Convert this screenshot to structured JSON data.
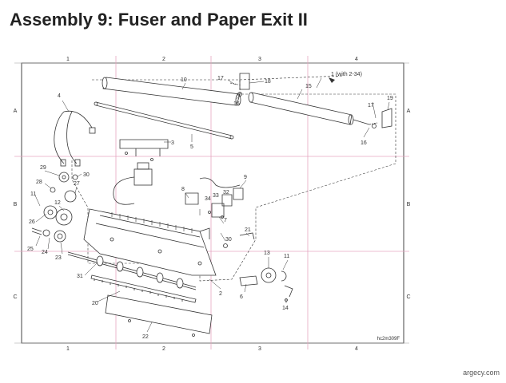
{
  "title": "Assembly 9: Fuser and Paper Exit II",
  "grid": {
    "col_labels": [
      "1",
      "2",
      "3",
      "4"
    ],
    "row_labels": [
      "A",
      "B",
      "C"
    ]
  },
  "part_numbers": [
    "1 (with 2-34)",
    "2",
    "3",
    "4",
    "5",
    "6",
    "7",
    "8",
    "9",
    "10",
    "11",
    "11",
    "12",
    "13",
    "14",
    "15",
    "16",
    "16",
    "17",
    "17",
    "18",
    "19",
    "20",
    "21",
    "22",
    "23",
    "24",
    "25",
    "26",
    "27",
    "28",
    "29",
    "30",
    "30",
    "31",
    "32",
    "33",
    "34"
  ],
  "drawing_code": "hc2m309F",
  "footer_site": "argecy.com",
  "colors": {
    "grid_line": "#e6a6c0",
    "drawing": "#333333",
    "border": "#444444"
  }
}
